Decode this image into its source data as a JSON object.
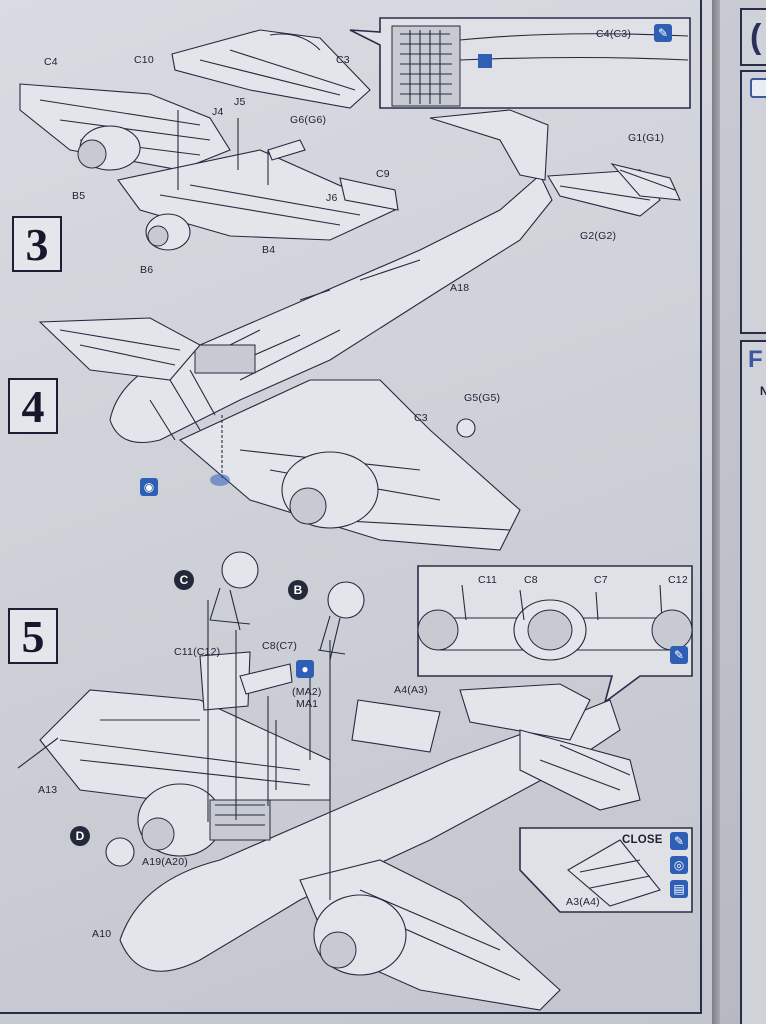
{
  "steps": [
    "3",
    "4",
    "5"
  ],
  "step3": {
    "labels": [
      "C4",
      "C10",
      "C3",
      "J5",
      "J4",
      "G6(G6)",
      "C9",
      "J6",
      "B5",
      "B6",
      "B4",
      "G1(G1)",
      "G2(G2)",
      "A18"
    ],
    "detail_label": "C4(C3)"
  },
  "step4": {
    "labels": [
      "G5(G5)",
      "C3"
    ]
  },
  "step5": {
    "callout_letters": [
      "C",
      "B",
      "D"
    ],
    "labels": [
      "C11(C12)",
      "C8(C7)",
      "(MA2)",
      "MA1",
      "A4(A3)",
      "A13",
      "A19(A20)",
      "A10"
    ],
    "detail_labels": [
      "C11",
      "C8",
      "C7",
      "C12"
    ],
    "close_title": "CLOSE",
    "close_label": "A3(A4)"
  },
  "right_page": {
    "letter_top": "(",
    "letter_mid": "F",
    "letter_small": "N"
  },
  "colors": {
    "paper": "#d3d5dc",
    "ink": "#262a40",
    "icon_blue": "#2f5fb5"
  }
}
